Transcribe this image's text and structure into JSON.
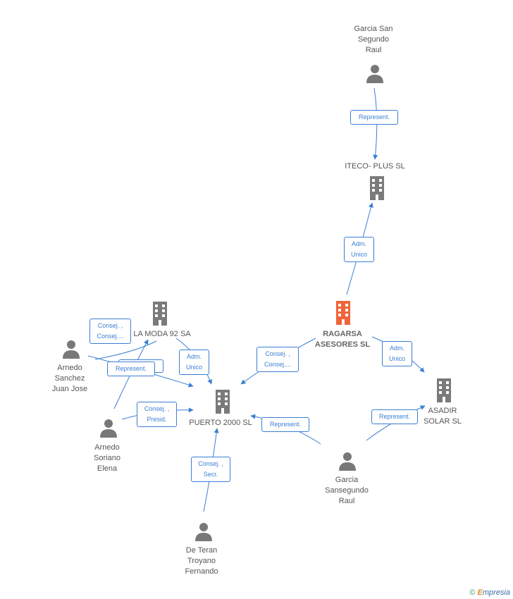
{
  "nodes": {
    "garcia_san_segundo_raul": [
      "Garcia San",
      "Segundo",
      "Raul"
    ],
    "iteco_plus_sl": [
      "ITECO- PLUS SL"
    ],
    "ragarsa_asesores_sl": [
      "RAGARSA",
      "ASESORES SL"
    ],
    "la_moda_92_sa": [
      "LA MODA 92 SA"
    ],
    "puerto_2000_sl": [
      "PUERTO 2000 SL"
    ],
    "asadir_solar_sl": [
      "ASADIR",
      "SOLAR SL"
    ],
    "arnedo_sanchez_juan_jose": [
      "Arnedo",
      "Sanchez",
      "Juan Jose"
    ],
    "arnedo_soriano_elena": [
      "Arnedo",
      "Soriano",
      "Elena"
    ],
    "garcia_sansegundo_raul": [
      "Garcia",
      "Sansegundo",
      "Raul"
    ],
    "de_teran_troyano_fernando": [
      "De Teran",
      "Troyano",
      "Fernando"
    ]
  },
  "badges": {
    "represent_top": [
      "Represent."
    ],
    "adm_unico_iteco": [
      "Adm.",
      "Unico"
    ],
    "consej_ragarsa_puerto": [
      "Consej. ,",
      "Consej...."
    ],
    "adm_unico_asadir": [
      "Adm.",
      "Unico"
    ],
    "represent_asadir": [
      "Represent."
    ],
    "represent_puerto": [
      "Represent."
    ],
    "adm_unico_lamoda": [
      "Adm.",
      "Unico"
    ],
    "consej_arnedo_sanchez": [
      "Consej. ,",
      "Consej...."
    ],
    "represent_arnedo_sanchez": [
      "Represent."
    ],
    "consej_presid": [
      "Consej. ,",
      "Presid."
    ],
    "consej_secr": [
      "Consej. ,",
      "Secr."
    ]
  },
  "colors": {
    "edge": "#3b7fd4",
    "main_node": "#f0643a",
    "node": "#7a7a7a"
  },
  "brand": {
    "copyright": "©",
    "e": "E",
    "rest": "mpresia"
  }
}
